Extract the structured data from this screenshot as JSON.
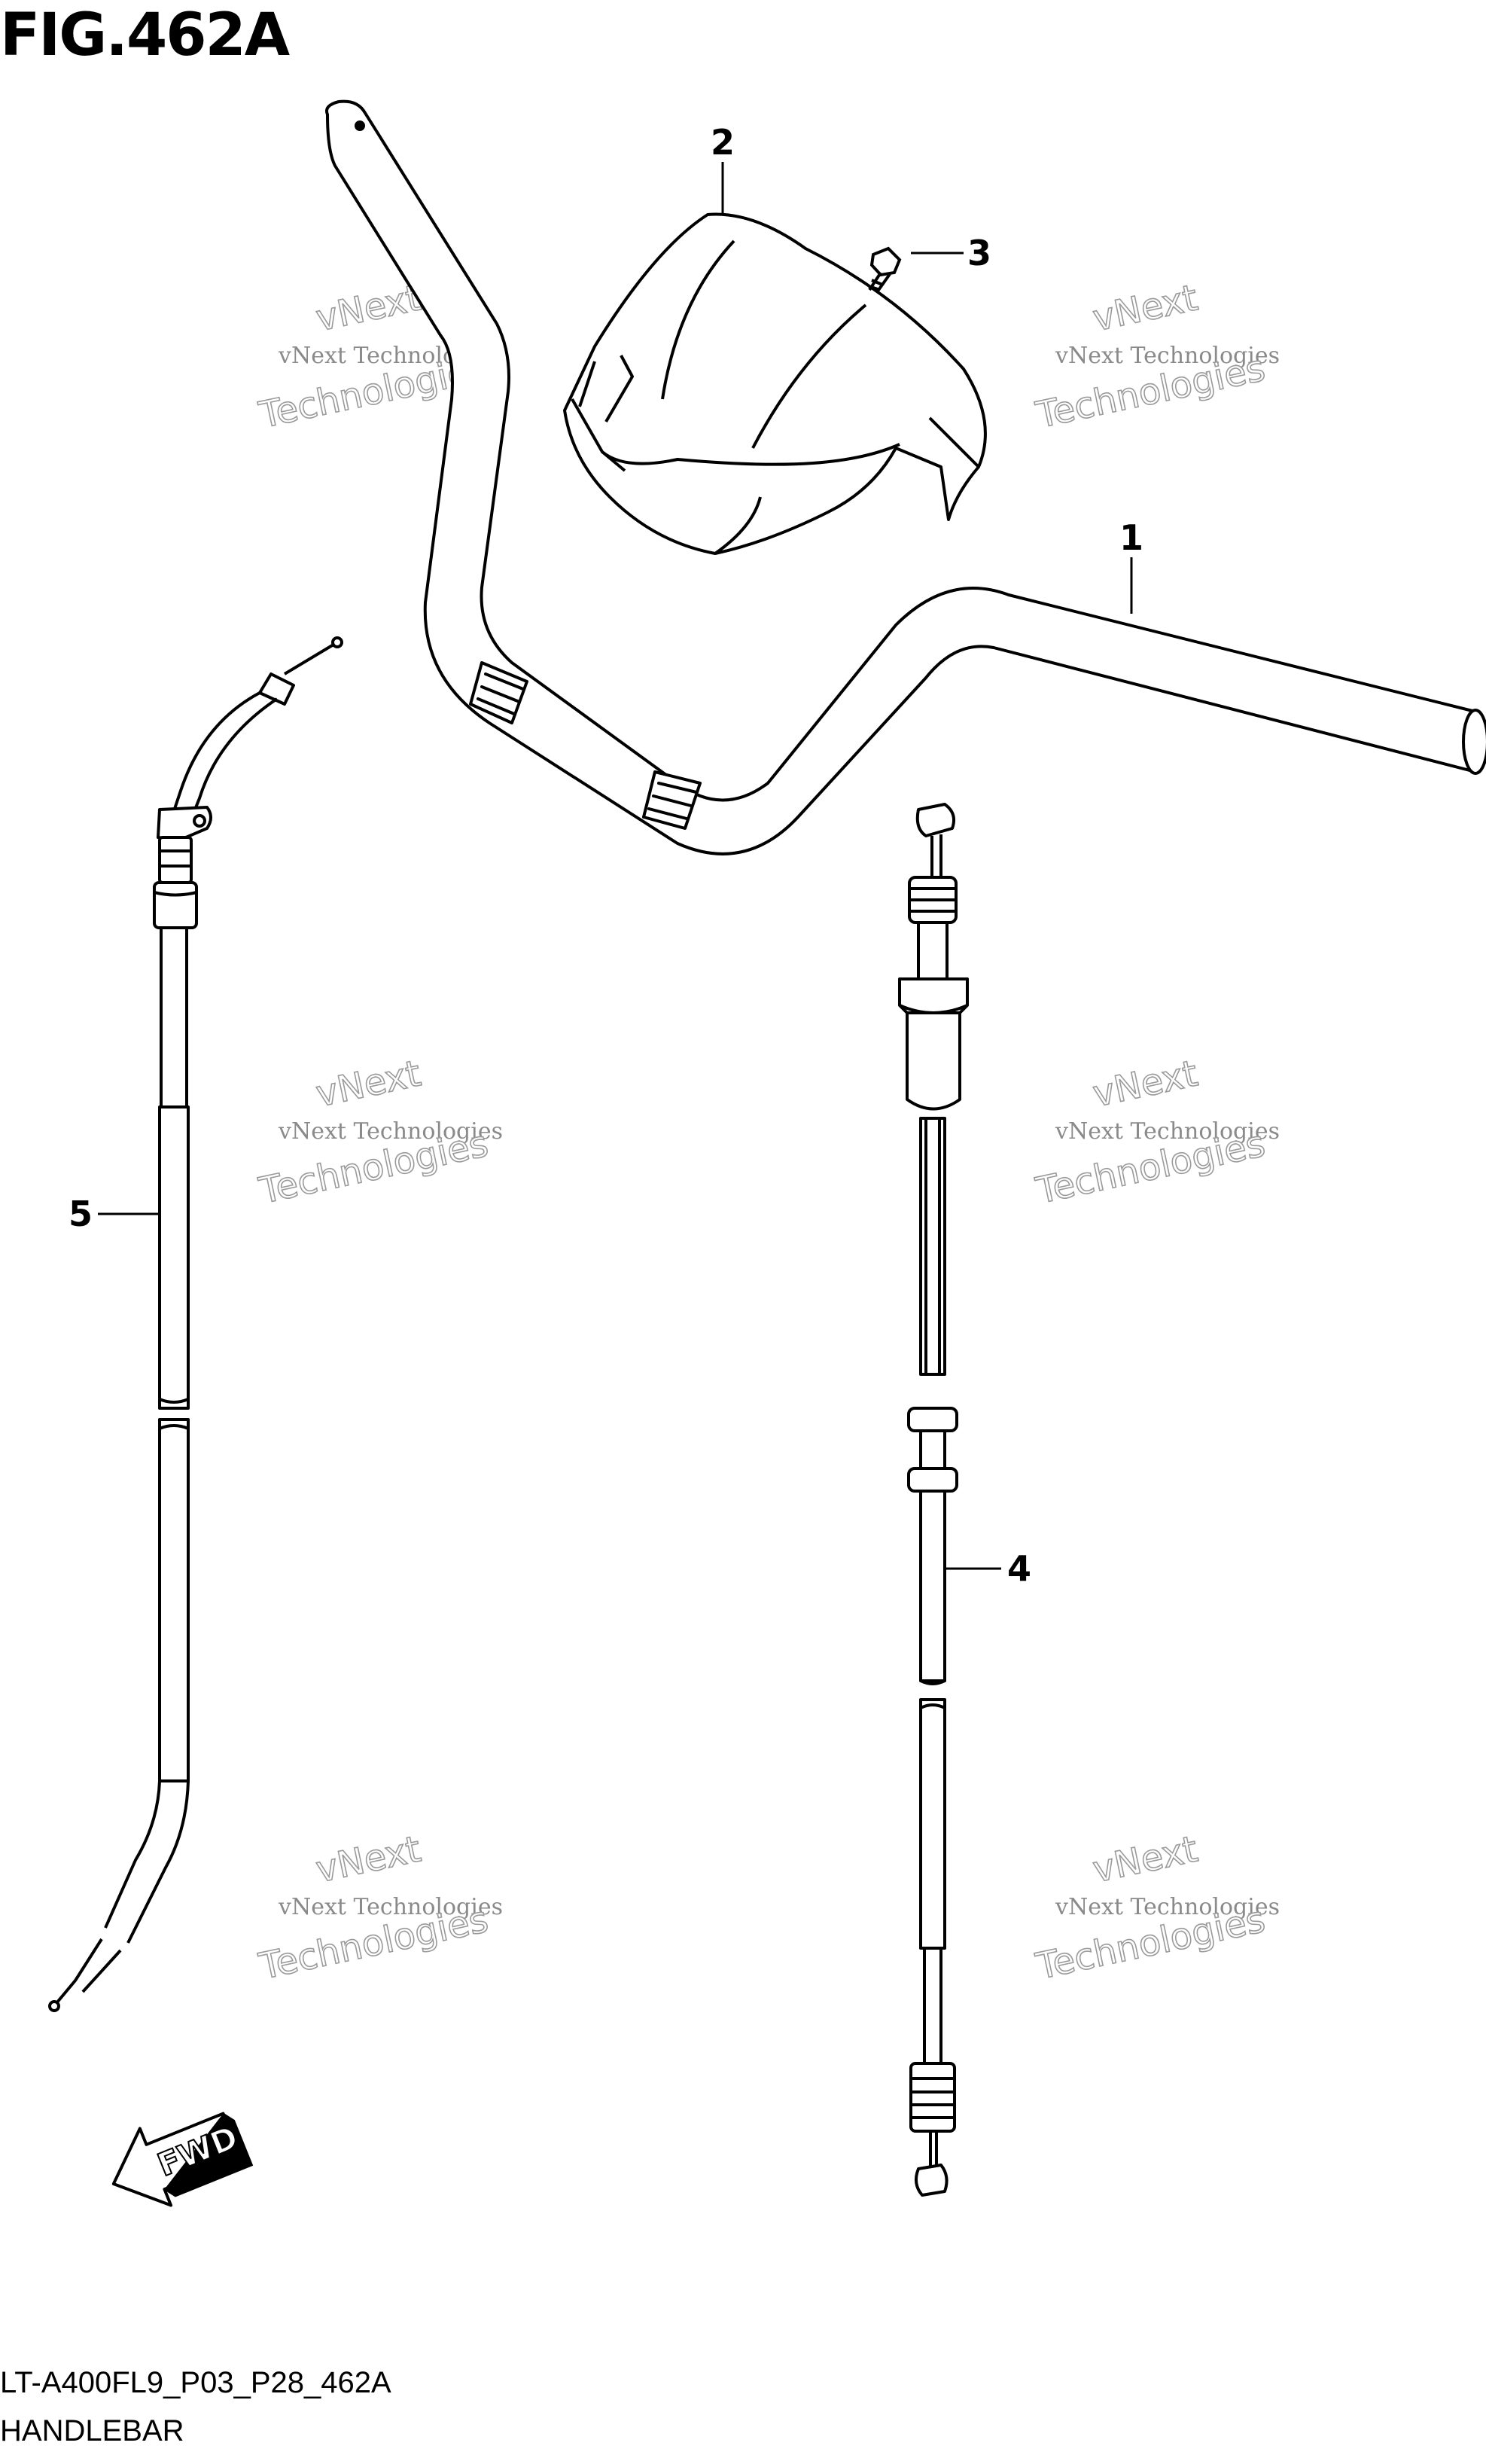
{
  "figure": {
    "title": "FIG.462A",
    "code": "LT-A400FL9_P03_P28_462A",
    "name": "HANDLEBAR"
  },
  "callouts": [
    "1",
    "2",
    "3",
    "4",
    "5"
  ],
  "fwd_label": "FWD",
  "watermark": {
    "line1": "vNext Technologies",
    "line2a": "vNext",
    "line2b": "Technologies"
  },
  "colors": {
    "line": "#000000",
    "background": "#ffffff",
    "watermark": "#8a8a8a"
  }
}
